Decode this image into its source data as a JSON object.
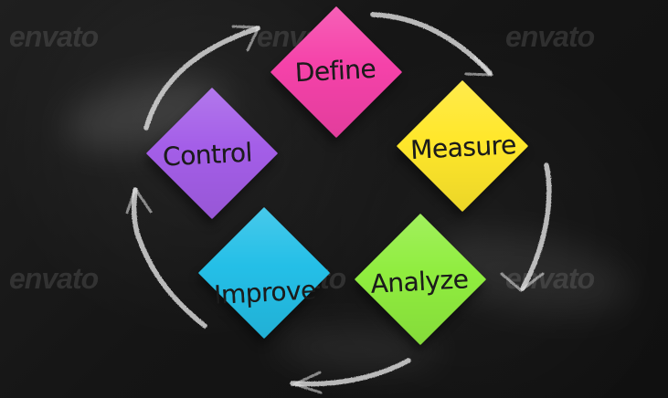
{
  "scene": {
    "kind": "chalkboard-cycle"
  },
  "watermarks": [
    "envato",
    "envato",
    "envato",
    "envato",
    "envato",
    "envato"
  ],
  "notes": {
    "define": {
      "label": "Define",
      "color": "#f542a9"
    },
    "measure": {
      "label": "Measure",
      "color": "#ffe72b"
    },
    "analyze": {
      "label": "Analyze",
      "color": "#90ed3f"
    },
    "improve": {
      "label": "Improve",
      "color": "#24bfe7"
    },
    "control": {
      "label": "Control",
      "color": "#a45ee8"
    }
  },
  "arrows": [
    "define-to-measure-arrow",
    "measure-to-analyze-arrow",
    "analyze-to-improve-arrow",
    "improve-to-control-arrow",
    "control-to-define-arrow"
  ]
}
